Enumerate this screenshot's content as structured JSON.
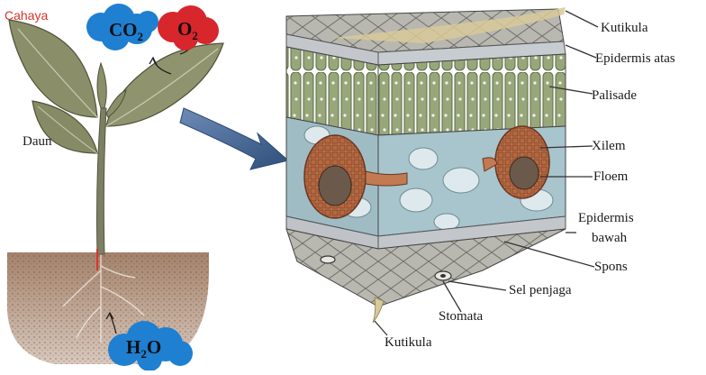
{
  "light_label": "Cahaya",
  "molecules": {
    "co2": {
      "base": "CO",
      "sub": "2",
      "color": "#1f7fd1"
    },
    "o2": {
      "base": "O",
      "sub": "2",
      "color": "#d7262c"
    },
    "h2o": {
      "base": "H",
      "sub": "2",
      "tail": "O",
      "color": "#1f7fd1"
    }
  },
  "plant_labels": {
    "leaf": "Daun"
  },
  "leaf_section_labels": {
    "cuticle_top": "Kutikula",
    "upper_epidermis": "Epidermis atas",
    "palisade": "Palisade",
    "xylem": "Xilem",
    "phloem": "Floem",
    "lower_epidermis_line1": "Epidermis",
    "lower_epidermis_line2": "bawah",
    "spongy": "Spons",
    "guard_cell": "Sel penjaga",
    "stomata": "Stomata",
    "cuticle_bottom": "Kutikula"
  },
  "colors": {
    "leaf": "#8a8f6a",
    "soil": "#9c7a62",
    "palisade": "#8e9c6e",
    "spongy": "#a8c4cc",
    "vascular": "#b66a45",
    "arrow": "#4a6d9e"
  }
}
